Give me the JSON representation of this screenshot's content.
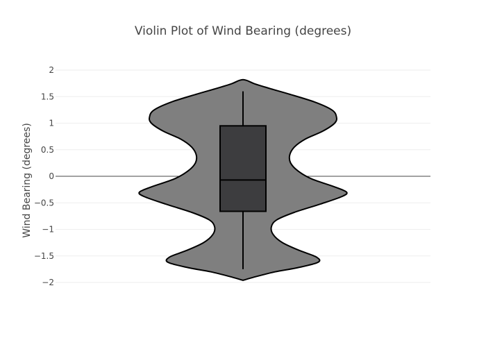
{
  "chart_data": {
    "type": "violin",
    "title": "Violin Plot of Wind Bearing (degrees)",
    "xlabel": "",
    "ylabel": "Wind Bearing (degrees)",
    "ylim": [
      -2.1,
      2.1
    ],
    "yticks": [
      2,
      1.5,
      1,
      0.5,
      0,
      -0.5,
      -1,
      -1.5,
      -2
    ],
    "ytick_labels": [
      "2",
      "1.5",
      "1",
      "0.5",
      "0",
      "−0.5",
      "−1",
      "−1.5",
      "−2"
    ],
    "grid": true,
    "zero_line": true,
    "colors": {
      "violin_fill": "#7f7f7f",
      "box_fill": "#3d3d3f",
      "outline": "#000000",
      "grid": "#eeeeee",
      "zero_line": "#444444"
    },
    "violin": {
      "y_min": -1.96,
      "y_max": 1.82,
      "density_profile": [
        [
          -1.96,
          0.0
        ],
        [
          -1.9,
          0.12
        ],
        [
          -1.8,
          0.35
        ],
        [
          -1.72,
          0.6
        ],
        [
          -1.62,
          0.82
        ],
        [
          -1.52,
          0.8
        ],
        [
          -1.4,
          0.62
        ],
        [
          -1.25,
          0.43
        ],
        [
          -1.1,
          0.33
        ],
        [
          -0.95,
          0.31
        ],
        [
          -0.82,
          0.37
        ],
        [
          -0.68,
          0.56
        ],
        [
          -0.52,
          0.85
        ],
        [
          -0.38,
          1.08
        ],
        [
          -0.3,
          1.13
        ],
        [
          -0.2,
          1.0
        ],
        [
          -0.05,
          0.75
        ],
        [
          0.1,
          0.6
        ],
        [
          0.25,
          0.52
        ],
        [
          0.4,
          0.51
        ],
        [
          0.55,
          0.56
        ],
        [
          0.7,
          0.68
        ],
        [
          0.85,
          0.87
        ],
        [
          1.0,
          1.0
        ],
        [
          1.12,
          1.02
        ],
        [
          1.25,
          0.97
        ],
        [
          1.4,
          0.78
        ],
        [
          1.55,
          0.5
        ],
        [
          1.65,
          0.3
        ],
        [
          1.74,
          0.13
        ],
        [
          1.82,
          0.0
        ]
      ]
    },
    "box": {
      "q1": -0.66,
      "median": -0.07,
      "q3": 0.95,
      "whisker_low": -1.75,
      "whisker_high": 1.6
    }
  }
}
